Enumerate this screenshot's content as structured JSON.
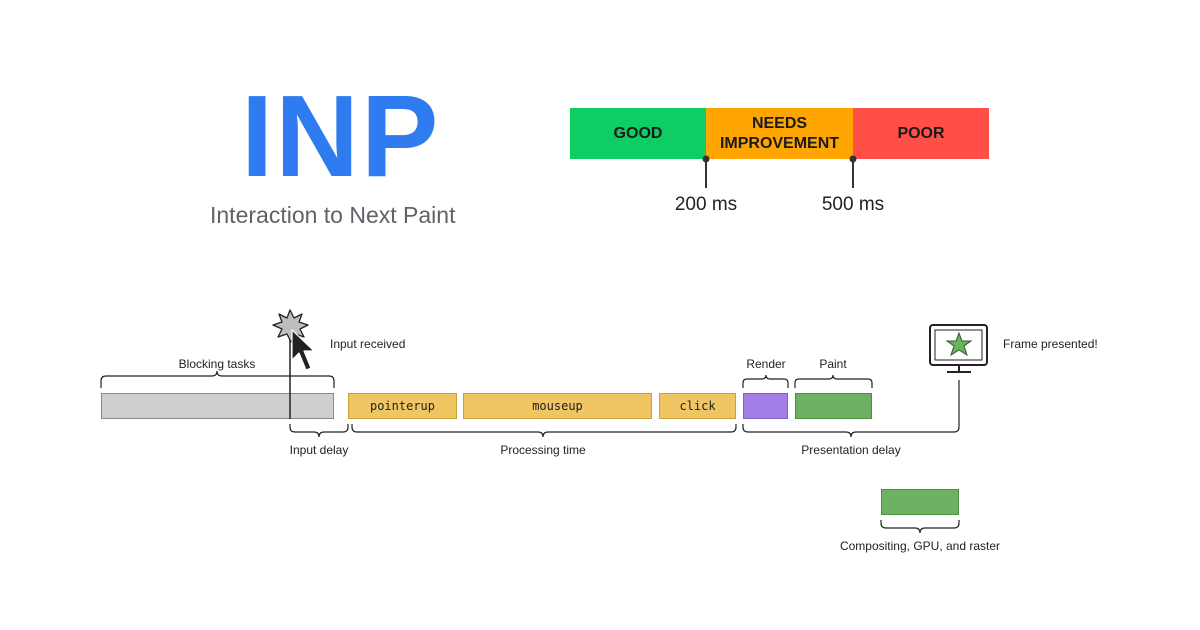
{
  "title": "INP",
  "subtitle": "Interaction to Next Paint",
  "colors": {
    "title_blue": "#2f7cf0",
    "good": "#0dcd63",
    "needs_improvement": "#ffa502",
    "poor": "#ff4f47",
    "blocking": "#cfcfcf",
    "processing": "#efc663",
    "render": "#a27fe8",
    "paint": "#6fb163",
    "star": "#6fb163"
  },
  "thresholds": {
    "bands": [
      {
        "id": "good",
        "label": "GOOD"
      },
      {
        "id": "needs",
        "label_line1": "NEEDS",
        "label_line2": "IMPROVEMENT"
      },
      {
        "id": "poor",
        "label": "POOR"
      }
    ],
    "marks": [
      "200 ms",
      "500 ms"
    ]
  },
  "timeline": {
    "blocking_label": "Blocking tasks",
    "input_received_label": "Input received",
    "processing_phases": [
      "pointerup",
      "mouseup",
      "click"
    ],
    "render_label": "Render",
    "paint_label": "Paint",
    "frame_label": "Frame presented!",
    "input_delay_label": "Input delay",
    "processing_time_label": "Processing time",
    "presentation_delay_label": "Presentation delay",
    "compositing_label": "Compositing, GPU, and raster"
  },
  "icons": [
    "starburst-icon",
    "cursor-arrow-icon",
    "monitor-star-icon"
  ]
}
